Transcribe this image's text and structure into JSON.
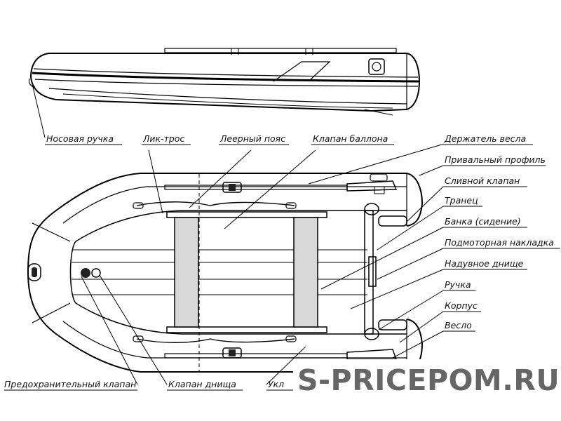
{
  "labels": {
    "bow_handle": "Носовая ручка",
    "bolt_rope": "Лик-трос",
    "safety_line": "Леерный пояс",
    "tube_valve": "Клапан баллона",
    "oar_holder": "Держатель весла",
    "rub_strake": "Привальный профиль",
    "drain_valve": "Сливной клапан",
    "transom": "Транец",
    "bench_seat": "Банка (сидение)",
    "motor_pad": "Подмоторная накладка",
    "inflatable_floor": "Надувное днище",
    "handle": "Ручка",
    "hull": "Корпус",
    "oar": "Весло",
    "safety_valve": "Предохранительный клапан",
    "floor_valve": "Клапан днища",
    "oarlock": "Укл"
  },
  "watermark": {
    "text": "S-PRICEPOM.RU"
  }
}
